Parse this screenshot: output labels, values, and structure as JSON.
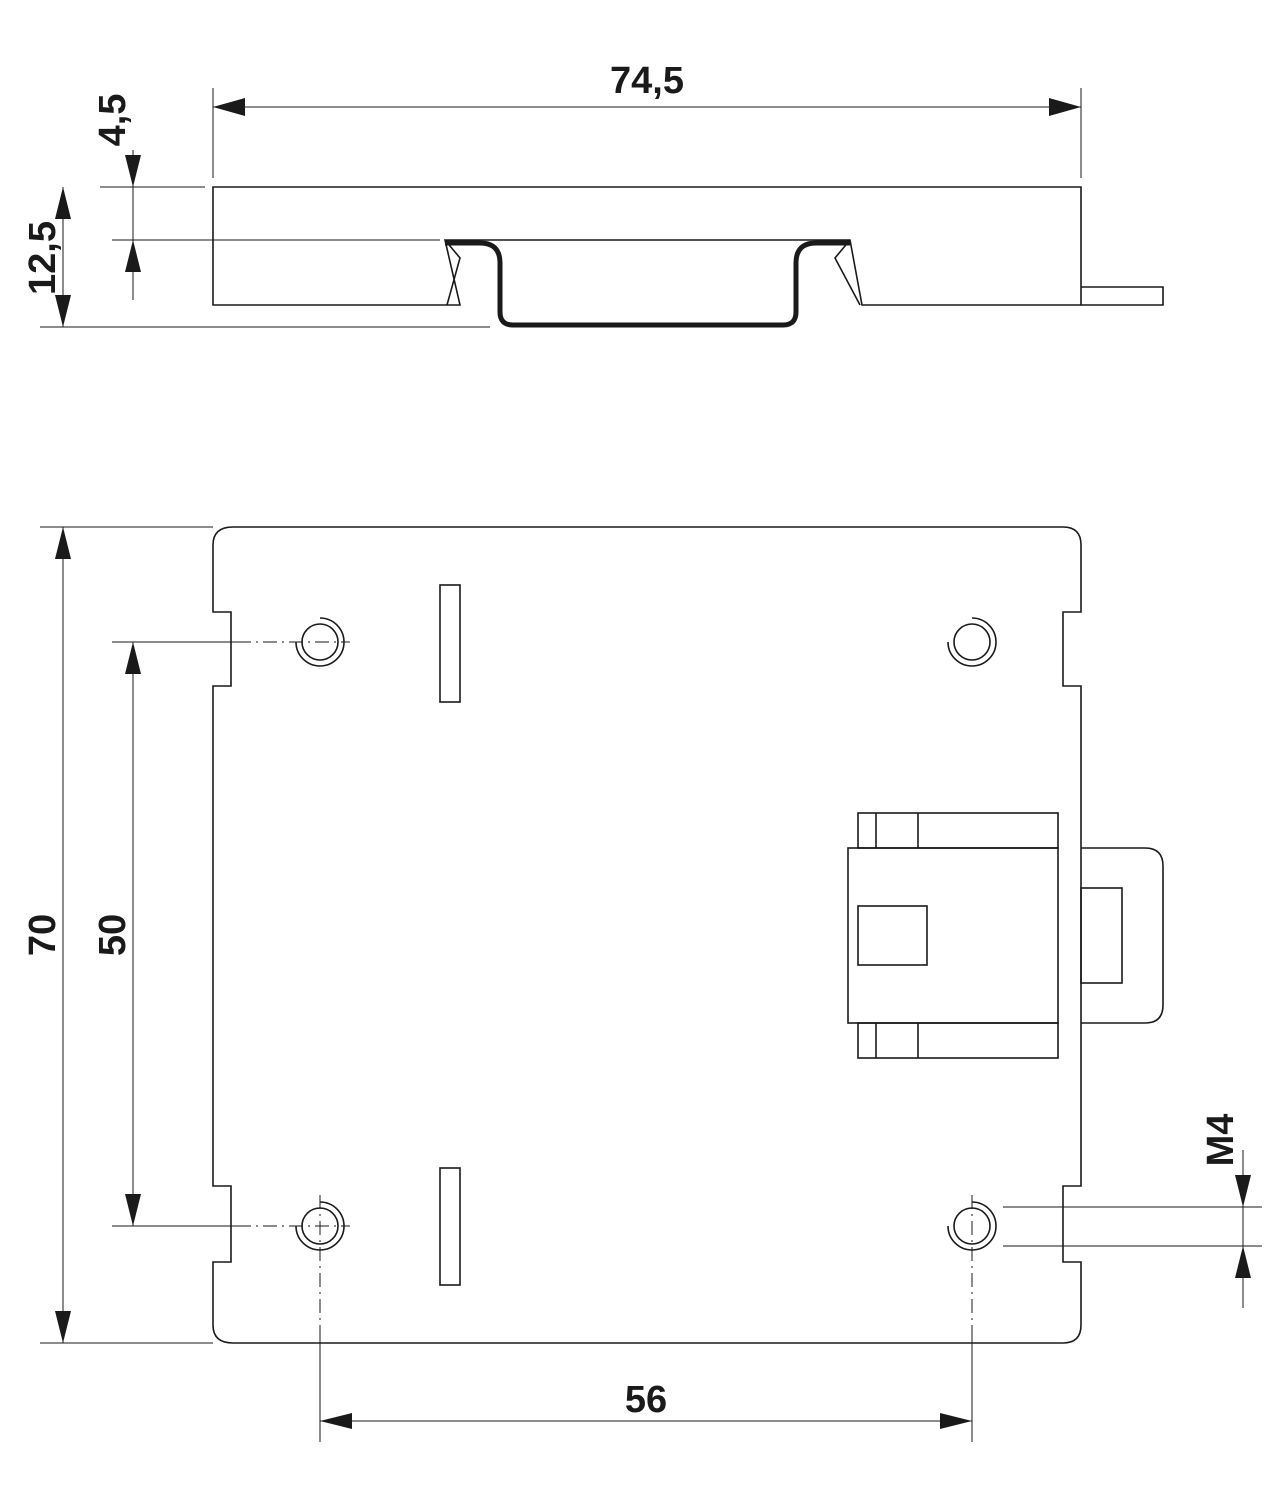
{
  "drawing": {
    "line_color": "#1a1a1a",
    "background": "#ffffff",
    "dimensions": {
      "overall_width": "74,5",
      "offset_top": "4,5",
      "total_height": "12,5",
      "overall_height": "70",
      "hole_vertical_pitch": "50",
      "hole_horizontal_pitch": "56",
      "thread": "M4"
    }
  }
}
